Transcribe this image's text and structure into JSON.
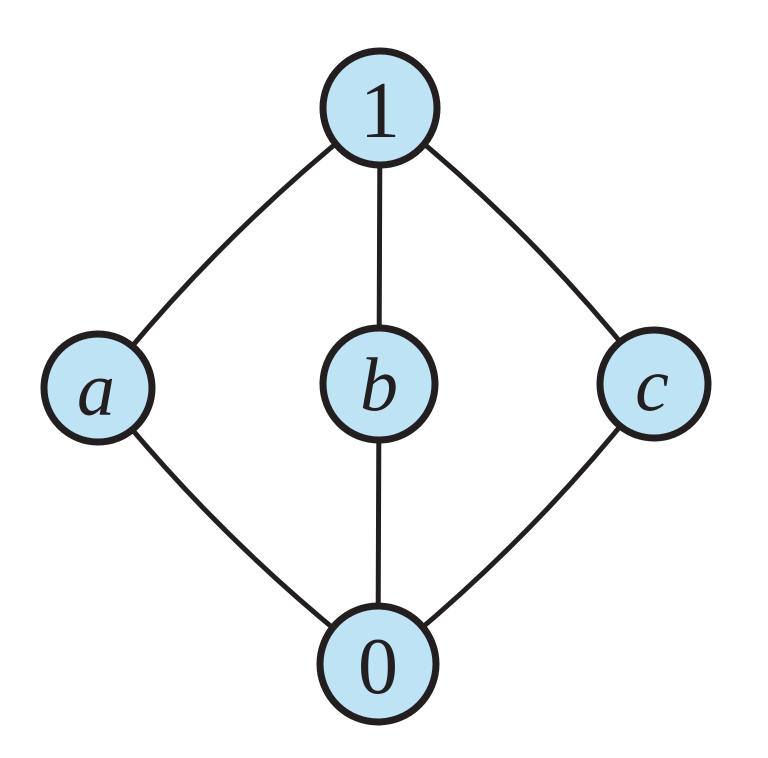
{
  "diagram": {
    "type": "lattice-hasse-diagram",
    "background_color": "#ffffff",
    "node_fill": "#bee3f5",
    "node_stroke": "#231f20",
    "edge_color": "#231f20",
    "label_color": "#231f20",
    "nodes": [
      {
        "id": "top",
        "label": "1"
      },
      {
        "id": "a",
        "label": "a"
      },
      {
        "id": "b",
        "label": "b"
      },
      {
        "id": "c",
        "label": "c"
      },
      {
        "id": "bottom",
        "label": "0"
      }
    ],
    "edges": [
      {
        "from": "1",
        "to": "a"
      },
      {
        "from": "1",
        "to": "b"
      },
      {
        "from": "1",
        "to": "c"
      },
      {
        "from": "a",
        "to": "0"
      },
      {
        "from": "b",
        "to": "0"
      },
      {
        "from": "c",
        "to": "0"
      }
    ]
  }
}
